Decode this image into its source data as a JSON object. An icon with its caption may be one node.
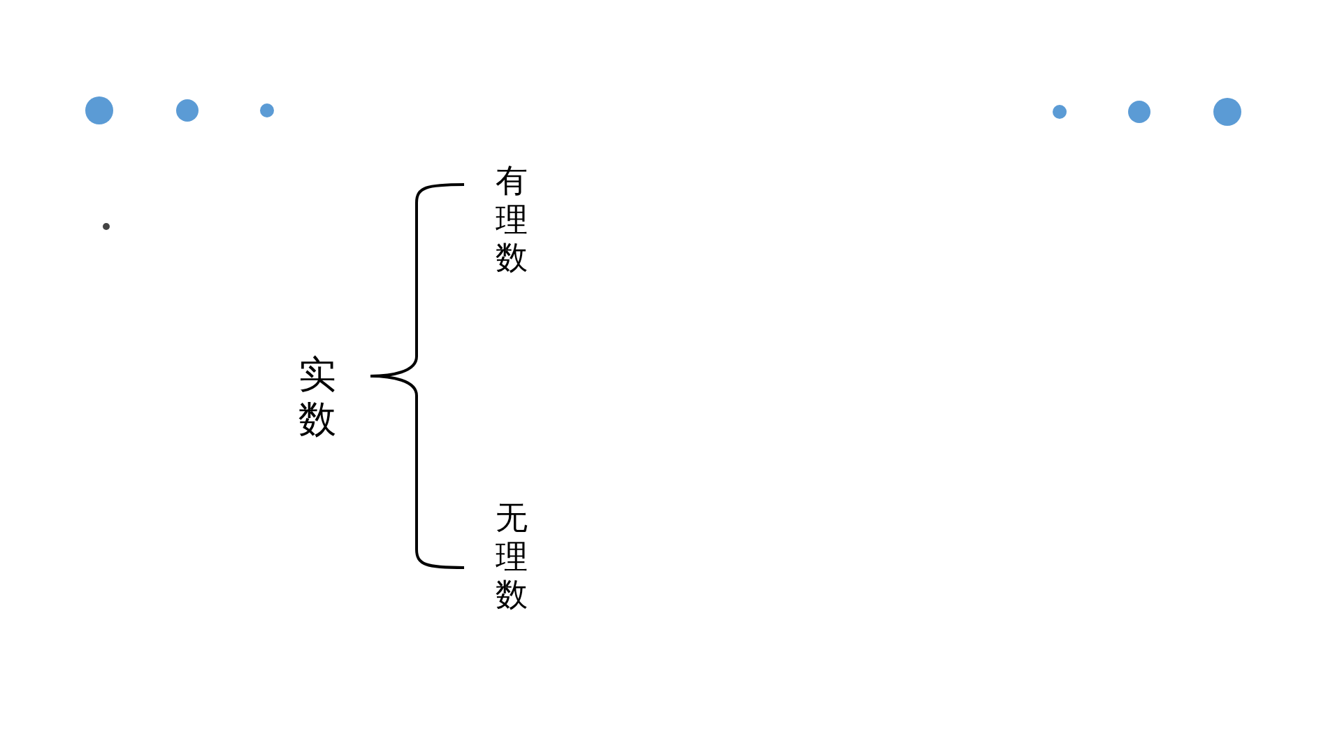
{
  "diagram": {
    "labels": [
      "有理数",
      "实数",
      "无理数"
    ]
  }
}
